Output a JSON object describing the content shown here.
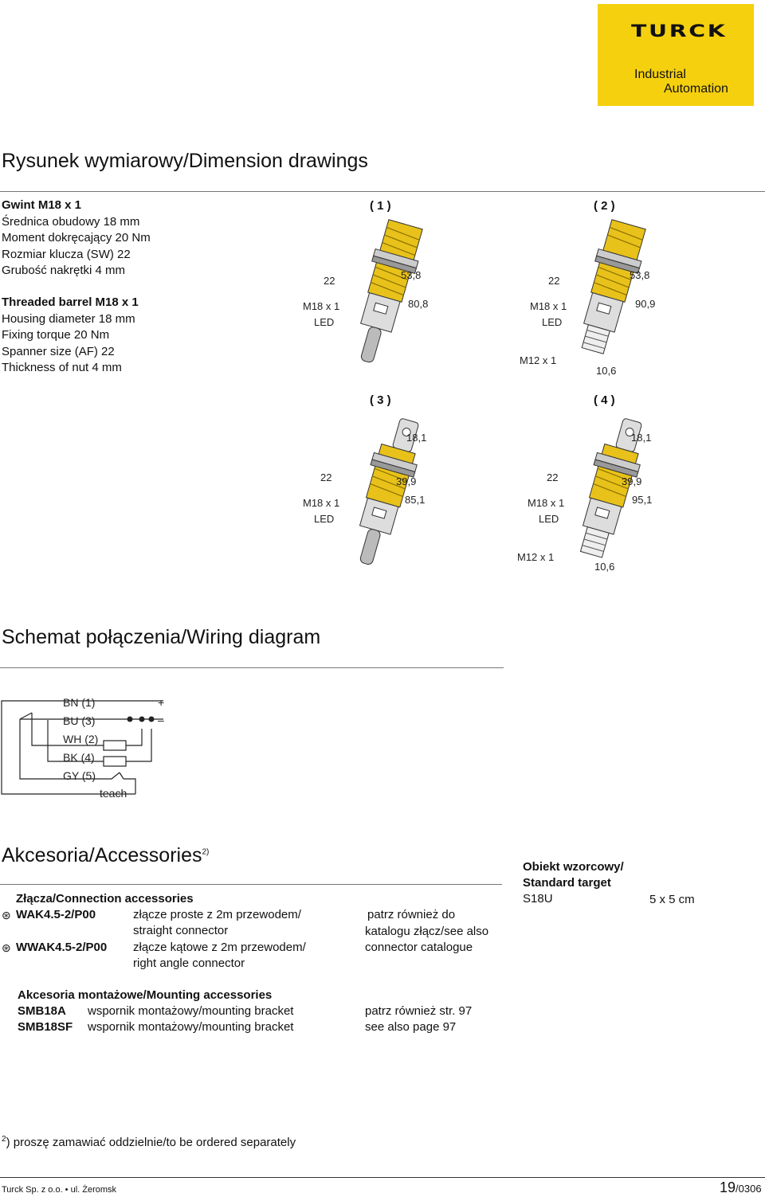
{
  "header": {
    "brand": "TURCK",
    "line1": "Industrial",
    "line2": "Automation"
  },
  "dimensions": {
    "title": "Rysunek wymiarowy/Dimension drawings",
    "spec_pl": [
      "Gwint M18 x 1",
      "Średnica obudowy 18 mm",
      "Moment dokręcający 20 Nm",
      "Rozmiar klucza (SW) 22",
      "Grubość nakrętki 4 mm"
    ],
    "spec_en": [
      "Threaded barrel M18 x 1",
      "Housing diameter 18 mm",
      "Fixing torque 20 Nm",
      "Spanner size (AF) 22",
      "Thickness of nut 4 mm"
    ],
    "figures": [
      {
        "label": "( 1 )",
        "wrench": "22",
        "thread": "M18 x 1",
        "led": "LED",
        "d1": "53,8",
        "d2": "80,8"
      },
      {
        "label": "( 2 )",
        "wrench": "22",
        "thread": "M18 x 1",
        "led": "LED",
        "d1": "53,8",
        "d2": "90,9",
        "conn": "M12 x 1",
        "d3": "10,6"
      },
      {
        "label": "( 3 )",
        "wrench": "22",
        "thread": "M18 x 1",
        "led": "LED",
        "d0": "18,1",
        "d1": "39,9",
        "d2": "85,1"
      },
      {
        "label": "( 4 )",
        "wrench": "22",
        "thread": "M18 x 1",
        "led": "LED",
        "d0": "18,1",
        "d1": "39,9",
        "d2": "95,1",
        "conn": "M12 x 1",
        "d3": "10,6"
      }
    ]
  },
  "wiring": {
    "title": "Schemat połączenia/Wiring diagram",
    "wires": [
      "BN  (1)",
      "BU  (3)",
      "WH (2)",
      "BK  (4)",
      "GY  (5)"
    ],
    "teach": "teach",
    "plus": "+",
    "minus": "–"
  },
  "accessories": {
    "title": "Akcesoria/Accessories",
    "title_sup": "2)",
    "connection_heading": "Złącza/Connection accessories",
    "connectors": [
      {
        "code": "WAK4.5-2/P00",
        "desc1": "złącze proste z 2m przewodem/",
        "desc2": "straight connector"
      },
      {
        "code": "WWAK4.5-2/P00",
        "desc1": "złącze kątowe z 2m przewodem/",
        "desc2": "right angle connector"
      }
    ],
    "connector_note": [
      "patrz również do",
      "katalogu złącz/see also",
      "connector catalogue"
    ],
    "target_heading1": "Obiekt wzorcowy/",
    "target_heading2": "Standard target",
    "target_name": "S18U",
    "target_size": "5 x 5 cm",
    "mounting_heading": "Akcesoria montażowe/Mounting accessories",
    "mounting": [
      {
        "code": "SMB18A",
        "desc": "wspornik montażowy/mounting bracket",
        "note": "patrz również str. 97"
      },
      {
        "code": "SMB18SF",
        "desc": "wspornik montażowy/mounting bracket",
        "note": "see also page 97"
      }
    ]
  },
  "footnote": {
    "mark": "2",
    "text": ") proszę zamawiać oddzielnie/to be ordered separately"
  },
  "footer": {
    "left": "Turck Sp. z o.o. • ul. Żeromsk",
    "page": "19",
    "page_suffix": "/0306"
  },
  "colors": {
    "accent": "#f5d00f",
    "thread": "#e8c21a"
  }
}
